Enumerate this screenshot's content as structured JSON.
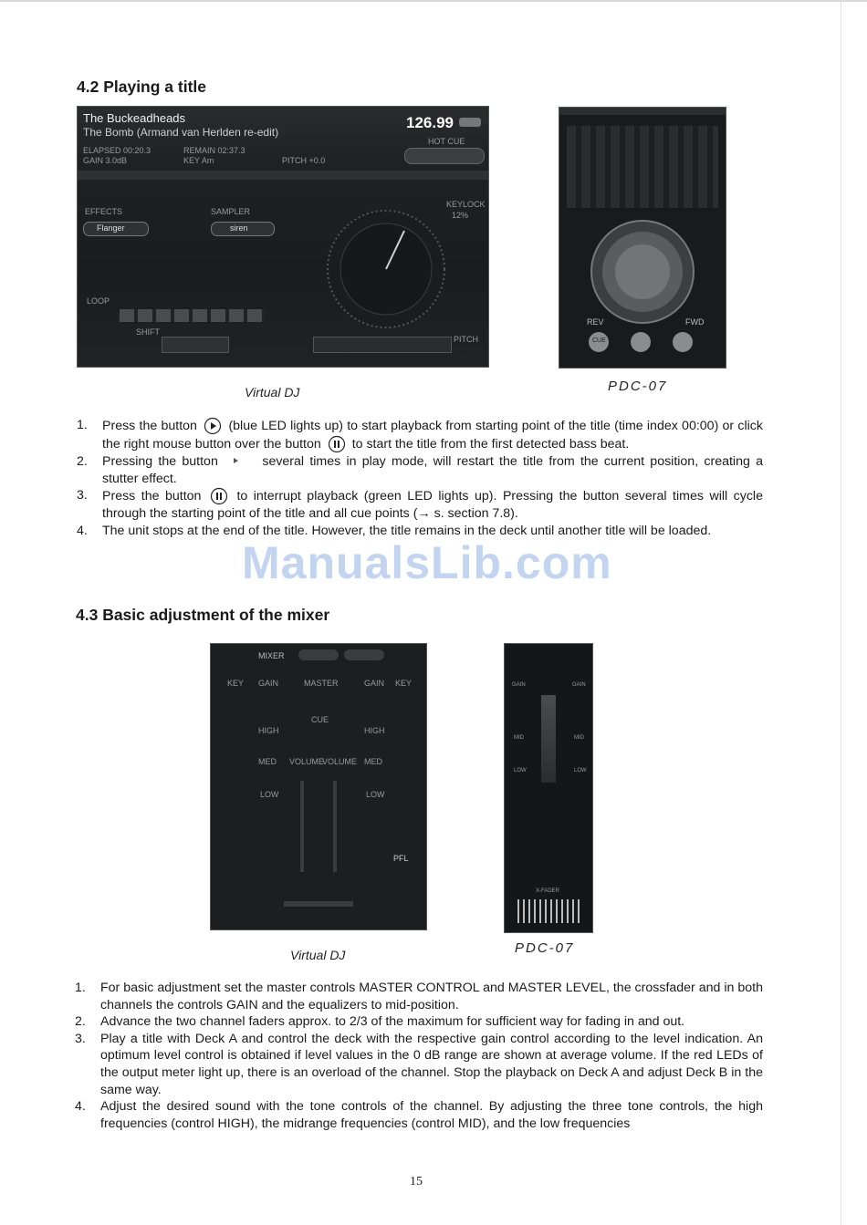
{
  "section1": {
    "title": "4.2 Playing a title"
  },
  "vdj_deck": {
    "artist": "The Buckeadheads",
    "track": "The Bomb (Armand van Herlden re-edit)",
    "bpm": "126.99",
    "elapsed": "ELAPSED 00:20.3",
    "remain": "REMAIN 02:37.3",
    "gain": "GAIN 3.0dB",
    "key": "KEY Am",
    "pitch": "PITCH +0.0",
    "hot_cue": "HOT CUE",
    "effects_label": "EFFECTS",
    "effect_name": "Flanger",
    "sampler_label": "SAMPLER",
    "sample_name": "siren",
    "loop_label": "LOOP",
    "keylock_label": "KEYLOCK",
    "keylock_value": "12%",
    "shift_label": "SHIFT",
    "pitch_label": "PITCH"
  },
  "pdc_deck": {
    "rev_label": "REV",
    "fwd_label": "FWD",
    "cue_label": "CUE"
  },
  "caption_vdj1": "Virtual DJ",
  "caption_pdc1": "PDC-07",
  "list1": [
    {
      "num": "1.",
      "a": "Press the button",
      "b": "(blue LED lights up) to start playback from starting point of the title (time index 00:00) or click the right mouse button over the button",
      "c": "to start the title from the first detected bass beat."
    },
    {
      "num": "2.",
      "a": "Pressing the button",
      "b": "several times in play mode, will restart the title from the current position, creating a stutter effect."
    },
    {
      "num": "3.",
      "a": "Press the button",
      "b": "to interrupt playback (green LED lights up). Pressing the button several times will cycle through the starting point of the title and all cue points (→ s. section 7.8)."
    },
    {
      "num": "4.",
      "text": "The unit stops at the end of the title. However, the title remains in the deck until another title will be loaded."
    }
  ],
  "watermark": "ManualsLib.com",
  "section2": {
    "title": "4.3 Basic adjustment of the mixer"
  },
  "vdj_mixer": {
    "mixer_label": "MIXER",
    "key_left": "KEY",
    "gain_left": "GAIN",
    "master_label": "MASTER",
    "gain_right": "GAIN",
    "key_right": "KEY",
    "cue_label": "CUE",
    "high_left": "HIGH",
    "high_right": "HIGH",
    "med_left": "MED",
    "volume_left": "VOLUME",
    "volume_right": "VOLUME",
    "med_right": "MED",
    "low_left": "LOW",
    "low_right": "LOW",
    "pfl_label": "PFL"
  },
  "pdc_mixer": {
    "gain_left": "GAIN",
    "gain_right": "GAIN",
    "mid_left": "MID",
    "mid_right": "MID",
    "low_left": "LOW",
    "low_right": "LOW",
    "xfader_label": "X-FADER"
  },
  "caption_vdj2": "Virtual DJ",
  "caption_pdc2": "PDC-07",
  "list2": [
    {
      "num": "1.",
      "text": "For basic adjustment set the master controls MASTER CONTROL and MASTER LEVEL, the crossfader and in both channels the controls GAIN and the equalizers to mid-position."
    },
    {
      "num": "2.",
      "text": "Advance the two channel faders approx. to 2/3 of the maximum for sufficient way for fading in and out."
    },
    {
      "num": "3.",
      "text": "Play a title with Deck A and control the deck with the respective gain control according to the level indication. An optimum level control is obtained if level values in the 0 dB range are shown at average volume. If the red LEDs of the output meter light up, there is an overload of the channel. Stop the playback on Deck A and adjust Deck B in the same way."
    },
    {
      "num": "4.",
      "text": "Adjust the desired sound with the tone controls of the channel. By adjusting the three tone controls, the high frequencies (control HIGH), the midrange frequencies (control MID), and the low frequencies"
    }
  ],
  "page_number": "15"
}
